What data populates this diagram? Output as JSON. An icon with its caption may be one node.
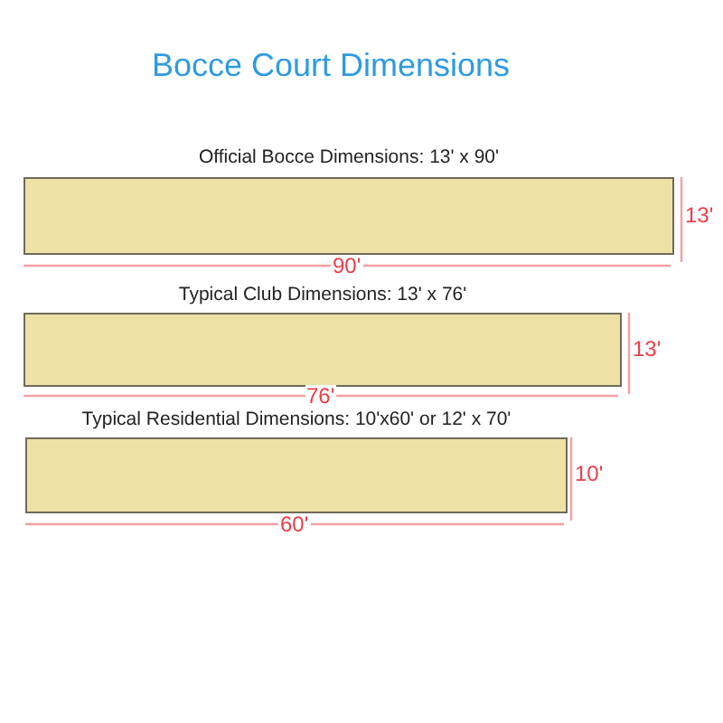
{
  "diagram": {
    "title": "Bocce Court Dimensions",
    "nodes": [
      {
        "text": [
          "Official Bocce Dimensions: 13' x 90'"
        ]
      },
      {
        "text": [
          "Typical Club Dimensions: 13' x 76'"
        ]
      },
      {
        "text": [
          "Typical Residential Dimensions: 10'x60' or 12' x 70'"
        ]
      }
    ],
    "labels": [
      "13'",
      "90'",
      "13'",
      "76'",
      "10'",
      "60'"
    ]
  }
}
